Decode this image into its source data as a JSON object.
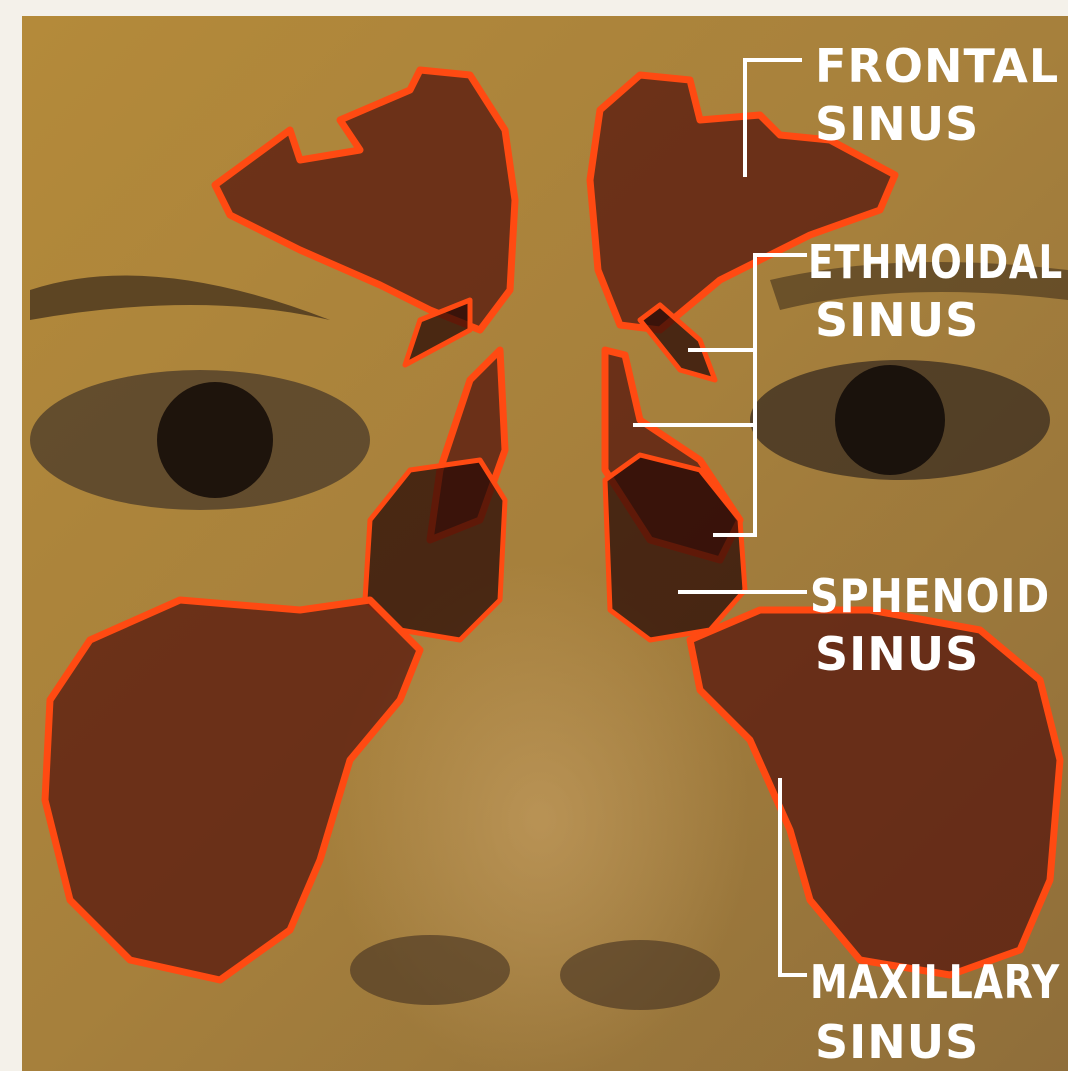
{
  "labels": {
    "frontal": {
      "line1": "FRONTAL",
      "line2": "SINUS"
    },
    "ethmoidal": {
      "line1": "ETHMOIDAL",
      "line2": "SINUS"
    },
    "sphenoid": {
      "line1": "SPHENOID",
      "line2": "SINUS"
    },
    "maxillary": {
      "line1": "MAXILLARY",
      "line2": "SINUS"
    }
  },
  "colors": {
    "skin": "#b58a3c",
    "sinus_fill": "#5a1a0e",
    "sinus_outline": "#ff4a12",
    "label_text": "#ffffff"
  }
}
